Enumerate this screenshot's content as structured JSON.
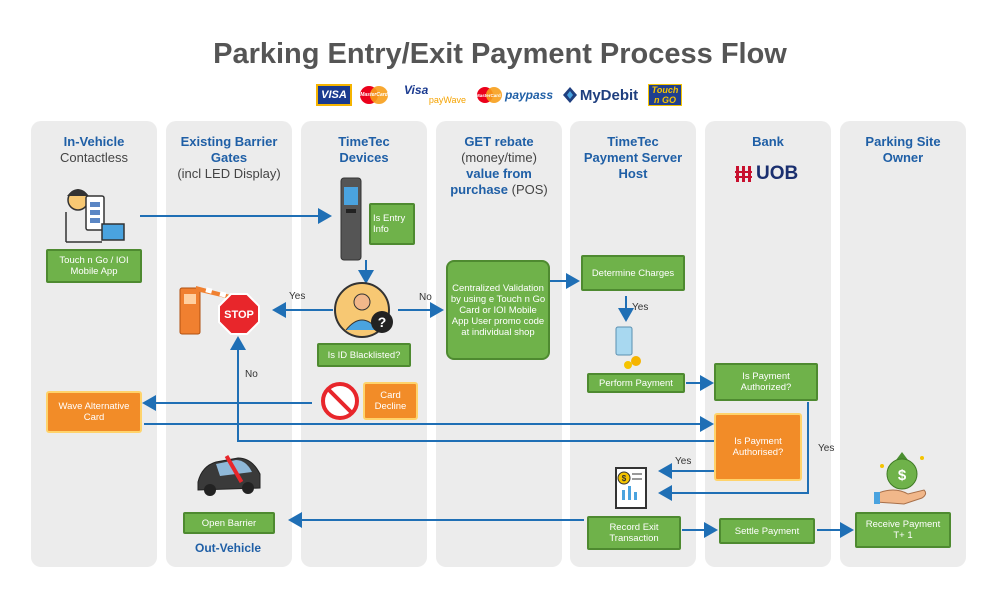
{
  "title": "Parking Entry/Exit Payment Process Flow",
  "logos": {
    "visa": "VISA",
    "mastercard": "MasterCard",
    "visa_paywave_top": "Visa",
    "visa_paywave_bottom": "payWave",
    "mastercard2": "MasterCard",
    "paypass": "paypass",
    "mydebit": "MyDebit",
    "touchngo_top": "Touch",
    "touchngo_bottom": "n GO"
  },
  "lanes": {
    "in_vehicle": {
      "line1": "In-Vehicle",
      "line2": "Contactless"
    },
    "barrier": {
      "line1": "Existing  Barrier",
      "line2": "Gates",
      "line3": "(incl LED Display)"
    },
    "devices": {
      "line1": "TimeTec",
      "line2": "Devices"
    },
    "rebate": {
      "line1": "GET rebate",
      "line2": "(money/time)",
      "line3": "value from",
      "line4": "purchase",
      "line4b": " (POS)"
    },
    "server": {
      "line1": "TimeTec",
      "line2": "Payment  Server",
      "line3": "Host"
    },
    "bank": {
      "line1": "Bank",
      "logo": "UOB"
    },
    "owner": {
      "line1": "Parking  Site",
      "line2": "Owner"
    }
  },
  "boxes": {
    "touch_app": "Touch n Go / IOI Mobile App",
    "entry_info": "Is Entry Info",
    "centralized": "Centralized Validation by using e Touch n Go Card or IOI Mobile App User promo code at individual shop",
    "determine": "Determine Charges",
    "blacklisted": "Is ID Blacklisted?",
    "card_decline": "Card Decline",
    "wave_alt": "Wave Alternative Card",
    "perform_payment": "Perform Payment",
    "payment_authorized": "Is Payment Authorized?",
    "payment_authorised": "Is Payment Authorised?",
    "open_barrier": "Open Barrier",
    "record_exit": "Record Exit Transaction",
    "settle_payment": "Settle Payment",
    "receive_payment": "Receive Payment T+ 1"
  },
  "labels": {
    "yes_blacklist": "Yes",
    "no_blacklist": "No",
    "no_barrier": "No",
    "yes_determine": "Yes",
    "yes_authorised": "Yes",
    "yes_authorized": "Yes",
    "stop": "STOP",
    "out_vehicle": "Out-Vehicle",
    "dollar": "$"
  },
  "colors": {
    "lane_bg": "#ececec",
    "green_box": "#6fb24a",
    "orange_box": "#f28c28",
    "arrow": "#1f6fb5",
    "lane_title": "#1f5fa6"
  }
}
